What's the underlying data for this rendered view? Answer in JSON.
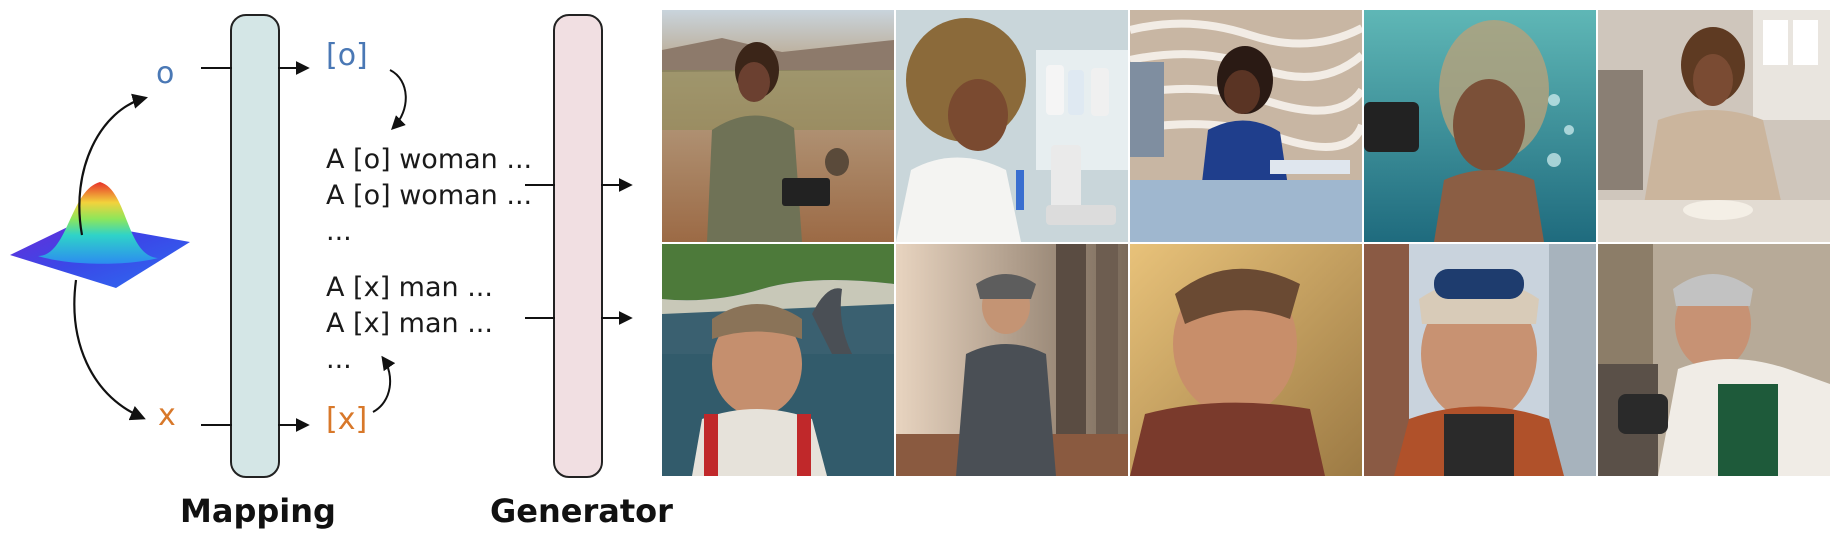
{
  "tokens": {
    "o": "o",
    "x": "x",
    "o_bracket": "[o]",
    "x_bracket": "[x]"
  },
  "prompts": {
    "woman_line_1": "A [o] woman ...",
    "woman_line_2": "A [o] woman ...",
    "woman_ellipsis": "...",
    "man_line_1": "A [x] man ...",
    "man_line_2": "A [x] man ...",
    "man_ellipsis": "..."
  },
  "captions": {
    "mapping": "Mapping",
    "generator": "Generator"
  },
  "colors": {
    "o_token": "#4a78b5",
    "x_token": "#d8782a",
    "mapping_fill": "#d4e6e6",
    "generator_fill": "#f1dfe2"
  },
  "images": {
    "top_row": [
      "woman-field-biologist",
      "woman-scientist-microscope",
      "woman-office-desk",
      "woman-underwater-diver",
      "woman-baker-kitchen"
    ],
    "bottom_row": [
      "man-whale-watching",
      "man-forest-walker",
      "man-autumn-portrait",
      "man-skier-goggles",
      "man-mechanic-workshop"
    ]
  }
}
